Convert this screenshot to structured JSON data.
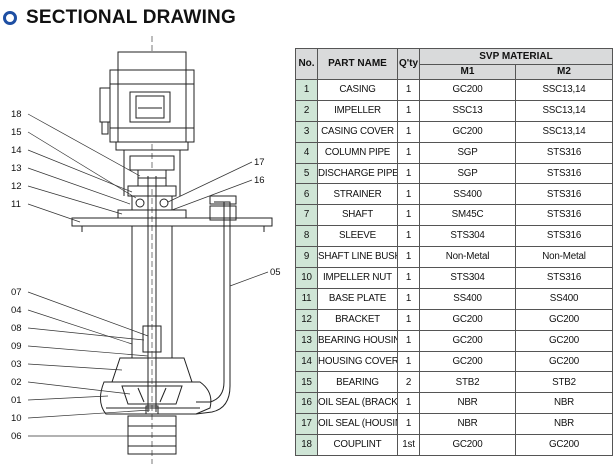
{
  "header": {
    "title": "SECTIONAL DRAWING"
  },
  "drawing": {
    "callouts_left": [
      "18",
      "15",
      "14",
      "13",
      "12",
      "11",
      "07",
      "04",
      "08",
      "09",
      "03",
      "02",
      "01",
      "10",
      "06"
    ],
    "callouts_right": [
      "17",
      "16",
      "05"
    ]
  },
  "table": {
    "headers": {
      "no": "No.",
      "part_name": "PART NAME",
      "qty": "Q'ty",
      "material": "SVP MATERIAL",
      "m1": "M1",
      "m2": "M2"
    },
    "rows": [
      {
        "no": "1",
        "part": "CASING",
        "qty": "1",
        "m1": "GC200",
        "m2": "SSC13,14"
      },
      {
        "no": "2",
        "part": "IMPELLER",
        "qty": "1",
        "m1": "SSC13",
        "m2": "SSC13,14"
      },
      {
        "no": "3",
        "part": "CASING COVER",
        "qty": "1",
        "m1": "GC200",
        "m2": "SSC13,14"
      },
      {
        "no": "4",
        "part": "COLUMN PIPE",
        "qty": "1",
        "m1": "SGP",
        "m2": "STS316"
      },
      {
        "no": "5",
        "part": "DISCHARGE PIPE",
        "qty": "1",
        "m1": "SGP",
        "m2": "STS316"
      },
      {
        "no": "6",
        "part": "STRAINER",
        "qty": "1",
        "m1": "SS400",
        "m2": "STS316"
      },
      {
        "no": "7",
        "part": "SHAFT",
        "qty": "1",
        "m1": "SM45C",
        "m2": "STS316"
      },
      {
        "no": "8",
        "part": "SLEEVE",
        "qty": "1",
        "m1": "STS304",
        "m2": "STS316"
      },
      {
        "no": "9",
        "part": "SHAFT LINE BUSH",
        "qty": "1",
        "m1": "Non-Metal",
        "m2": "Non-Metal"
      },
      {
        "no": "10",
        "part": "IMPELLER NUT",
        "qty": "1",
        "m1": "STS304",
        "m2": "STS316"
      },
      {
        "no": "11",
        "part": "BASE PLATE",
        "qty": "1",
        "m1": "SS400",
        "m2": "SS400"
      },
      {
        "no": "12",
        "part": "BRACKET",
        "qty": "1",
        "m1": "GC200",
        "m2": "GC200"
      },
      {
        "no": "13",
        "part": "BEARING HOUSING",
        "qty": "1",
        "m1": "GC200",
        "m2": "GC200"
      },
      {
        "no": "14",
        "part": "HOUSING COVER",
        "qty": "1",
        "m1": "GC200",
        "m2": "GC200"
      },
      {
        "no": "15",
        "part": "BEARING",
        "qty": "2",
        "m1": "STB2",
        "m2": "STB2"
      },
      {
        "no": "16",
        "part": "OIL SEAL (BRACKET",
        "qty": "1",
        "m1": "NBR",
        "m2": "NBR"
      },
      {
        "no": "17",
        "part": "OIL SEAL (HOUSING)",
        "qty": "1",
        "m1": "NBR",
        "m2": "NBR"
      },
      {
        "no": "18",
        "part": "COUPLINT",
        "qty": "1st",
        "m1": "GC200",
        "m2": "GC200"
      }
    ]
  },
  "colors": {
    "accent": "#1e4fa3",
    "header_bg": "#d9dadb",
    "number_bg": "#cfe5d6"
  }
}
